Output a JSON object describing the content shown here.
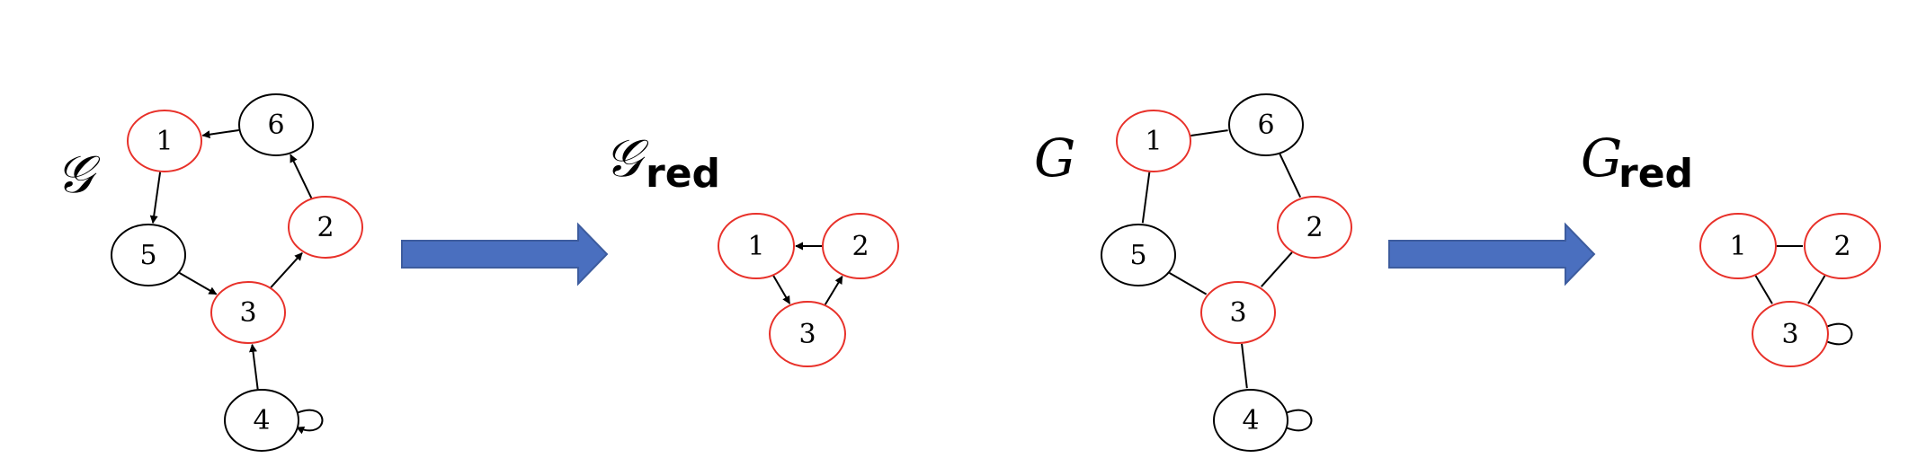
{
  "colors": {
    "highlight_node_stroke": "#e8312a",
    "normal_node_stroke": "#000000",
    "arrow_fill": "#4a6fbf",
    "arrow_stroke": "#3d5c9e"
  },
  "panels": [
    {
      "id": "directed-original",
      "graph_label": "𝒢",
      "graph_sub": "",
      "directed": true,
      "nodes": [
        {
          "id": "1",
          "label": "1",
          "highlighted": true
        },
        {
          "id": "6",
          "label": "6",
          "highlighted": false
        },
        {
          "id": "2",
          "label": "2",
          "highlighted": true
        },
        {
          "id": "5",
          "label": "5",
          "highlighted": false
        },
        {
          "id": "3",
          "label": "3",
          "highlighted": true
        },
        {
          "id": "4",
          "label": "4",
          "highlighted": false
        }
      ],
      "edges": [
        {
          "from": "6",
          "to": "1"
        },
        {
          "from": "1",
          "to": "5"
        },
        {
          "from": "5",
          "to": "3"
        },
        {
          "from": "3",
          "to": "2"
        },
        {
          "from": "2",
          "to": "6"
        },
        {
          "from": "4",
          "to": "3"
        },
        {
          "from": "4",
          "to": "4"
        }
      ]
    },
    {
      "id": "directed-reduced",
      "graph_label": "𝒢",
      "graph_sub": "red",
      "directed": true,
      "nodes": [
        {
          "id": "1",
          "label": "1",
          "highlighted": true
        },
        {
          "id": "2",
          "label": "2",
          "highlighted": true
        },
        {
          "id": "3",
          "label": "3",
          "highlighted": true
        }
      ],
      "edges": [
        {
          "from": "2",
          "to": "1"
        },
        {
          "from": "1",
          "to": "3"
        },
        {
          "from": "3",
          "to": "2"
        }
      ]
    },
    {
      "id": "undirected-original",
      "graph_label": "G",
      "graph_sub": "",
      "directed": false,
      "nodes": [
        {
          "id": "1",
          "label": "1",
          "highlighted": true
        },
        {
          "id": "6",
          "label": "6",
          "highlighted": false
        },
        {
          "id": "2",
          "label": "2",
          "highlighted": true
        },
        {
          "id": "5",
          "label": "5",
          "highlighted": false
        },
        {
          "id": "3",
          "label": "3",
          "highlighted": true
        },
        {
          "id": "4",
          "label": "4",
          "highlighted": false
        }
      ],
      "edges": [
        {
          "from": "1",
          "to": "6"
        },
        {
          "from": "1",
          "to": "5"
        },
        {
          "from": "6",
          "to": "2"
        },
        {
          "from": "2",
          "to": "3"
        },
        {
          "from": "5",
          "to": "3"
        },
        {
          "from": "3",
          "to": "4"
        },
        {
          "from": "4",
          "to": "4"
        }
      ]
    },
    {
      "id": "undirected-reduced",
      "graph_label": "G",
      "graph_sub": "red",
      "directed": false,
      "nodes": [
        {
          "id": "1",
          "label": "1",
          "highlighted": true
        },
        {
          "id": "2",
          "label": "2",
          "highlighted": true
        },
        {
          "id": "3",
          "label": "3",
          "highlighted": true
        }
      ],
      "edges": [
        {
          "from": "1",
          "to": "2"
        },
        {
          "from": "1",
          "to": "3"
        },
        {
          "from": "2",
          "to": "3"
        },
        {
          "from": "3",
          "to": "3"
        }
      ]
    }
  ],
  "transitions": [
    {
      "from": "directed-original",
      "to": "directed-reduced",
      "icon": "right-arrow-icon"
    },
    {
      "from": "undirected-original",
      "to": "undirected-reduced",
      "icon": "right-arrow-icon"
    }
  ]
}
